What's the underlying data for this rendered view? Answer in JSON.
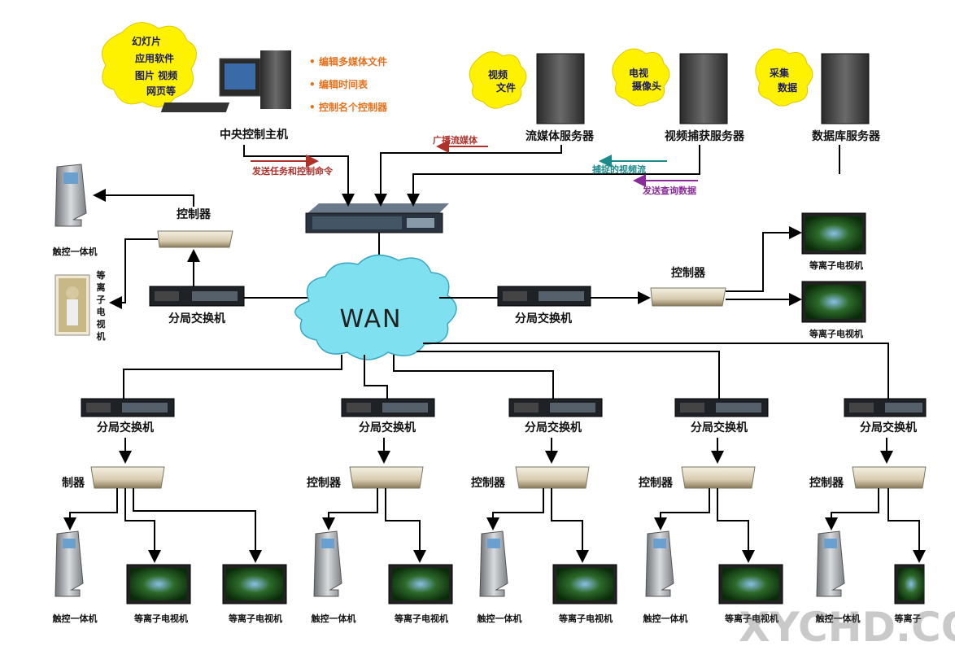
{
  "central_host": {
    "label": "中央控制主机",
    "cloud_lines": [
      "幻灯片",
      "应用软件",
      "图片  视频",
      "网页等"
    ],
    "notes": [
      "编辑多媒体文件",
      "编辑时间表",
      "控制名个控制器"
    ]
  },
  "servers": [
    {
      "label": "流媒体服务器",
      "cloud_lines": [
        "视频",
        "文件"
      ]
    },
    {
      "label": "视频捕获服务器",
      "cloud_lines": [
        "电视",
        "摄像头"
      ]
    },
    {
      "label": "数据库服务器",
      "cloud_lines": [
        "采集",
        "数据"
      ]
    }
  ],
  "flows": {
    "broadcast": "广播流媒体",
    "send_tasks": "发送任务和控制命令",
    "captured_video": "捕捉的视频流",
    "send_query": "发送查询数据"
  },
  "colors": {
    "broadcast": "#b0302a",
    "send_tasks": "#b0302a",
    "captured_video": "#1a8a8a",
    "send_query": "#8a2a9a",
    "notes": "#e8701a",
    "cloud_fill": "#fff200",
    "wan_fill": "#7fe0f0"
  },
  "wan_label": "WAN",
  "left_branch": {
    "switch_label": "分局交换机",
    "controller_label": "控制器",
    "kiosk_label": "触控一体机",
    "plasma_label": "等离子电视机"
  },
  "right_branch": {
    "switch_label": "分局交换机",
    "controller_label": "控制器",
    "tv1_label": "等离子电视机",
    "tv2_label": "等离子电视机"
  },
  "bottom_branches": [
    {
      "switch_label": "分局交换机",
      "controller_label": "制器",
      "kiosk_label": "触控一体机",
      "tv1_label": "等离子电视机",
      "tv2_label": "等离子电视机"
    },
    {
      "switch_label": "分局交换机",
      "controller_label": "控制器",
      "kiosk_label": "触控一体机",
      "tv1_label": "等离子电视机"
    },
    {
      "switch_label": "分局交换机",
      "controller_label": "控制器",
      "kiosk_label": "触控一体机",
      "tv1_label": "等离子电视机"
    },
    {
      "switch_label": "分局交换机",
      "controller_label": "控制器",
      "kiosk_label": "触控一体机",
      "tv1_label": "等离子电视机"
    },
    {
      "switch_label": "分局交换机",
      "controller_label": "控制器",
      "kiosk_label": "触控一体机",
      "tv1_label": "等离子"
    }
  ],
  "watermark": "XYCHD.COM"
}
